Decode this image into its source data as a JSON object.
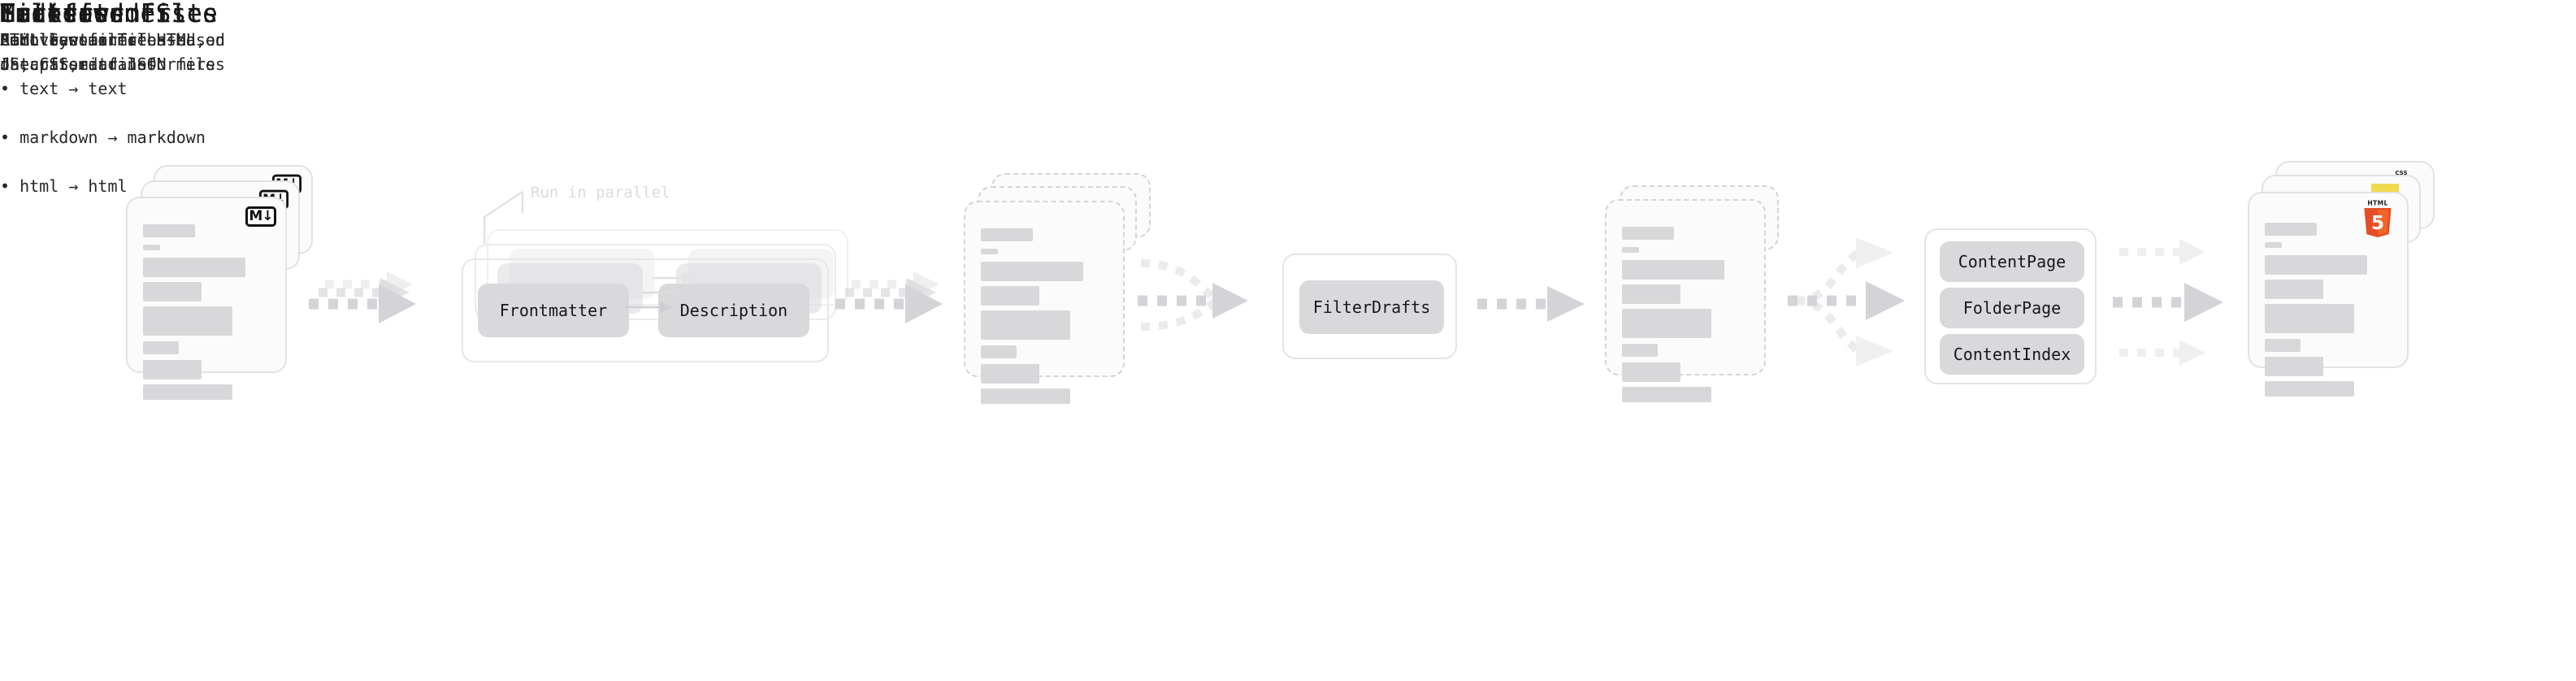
{
  "diagram": {
    "title": "Quartz build pipeline",
    "accent_gray": "#d8d8da",
    "arrow_color": "#d4d4d8"
  },
  "stages": [
    {
      "id": "markdown-files",
      "title": "Markdown Files",
      "subtitle": "",
      "badge": "md-logo",
      "badge_text": "M↓",
      "card_style": "solid",
      "stack_count": 3
    },
    {
      "id": "transformers",
      "title": "Transformers",
      "subtitle": "Can transform:",
      "annotation": "Run in parallel",
      "stack_count": 3,
      "pills": [
        "Frontmatter",
        "Description"
      ],
      "bullets": [
        "text → text",
        "markdown → markdown",
        "html → html"
      ]
    },
    {
      "id": "modified-files",
      "title": "Modified files",
      "subtitle": "HTML Syntax Tree +\ndata from transformers",
      "card_style": "dashed",
      "stack_count": 3
    },
    {
      "id": "filters",
      "title": "Filters",
      "subtitle": "Remove some files based\non criteria",
      "pills": [
        "FilterDrafts"
      ]
    },
    {
      "id": "filtered-files",
      "title": "Filtered files",
      "subtitle": "",
      "card_style": "dashed",
      "stack_count": 2
    },
    {
      "id": "emitters",
      "title": "Emitters",
      "subtitle": "Emit new files based on\nthe parsed files",
      "pills": [
        "ContentPage",
        "FolderPage",
        "ContentIndex"
      ]
    },
    {
      "id": "generated-site",
      "title": "Generated Site",
      "subtitle": "A collection of HTML,\nJS, CSS, and JSON files",
      "card_style": "solid",
      "stack_count": 3,
      "badges": [
        "html5-logo",
        "js-logo",
        "css-logo"
      ],
      "badge_text": {
        "html5_word": "HTML",
        "html5_num": "5",
        "css_word": "CSS"
      }
    }
  ],
  "connectors": [
    {
      "id": "md-to-transformers",
      "kind": "triple-dotted-arrow"
    },
    {
      "id": "transformers-to-modified",
      "kind": "triple-dotted-arrow"
    },
    {
      "id": "modified-to-filters",
      "kind": "dotted-arrow-converge"
    },
    {
      "id": "filters-to-filtered",
      "kind": "dotted-arrow"
    },
    {
      "id": "filtered-to-emitters",
      "kind": "dotted-arrow-fanout"
    },
    {
      "id": "emitters-to-site",
      "kind": "triple-dotted-arrow-parallel"
    }
  ]
}
